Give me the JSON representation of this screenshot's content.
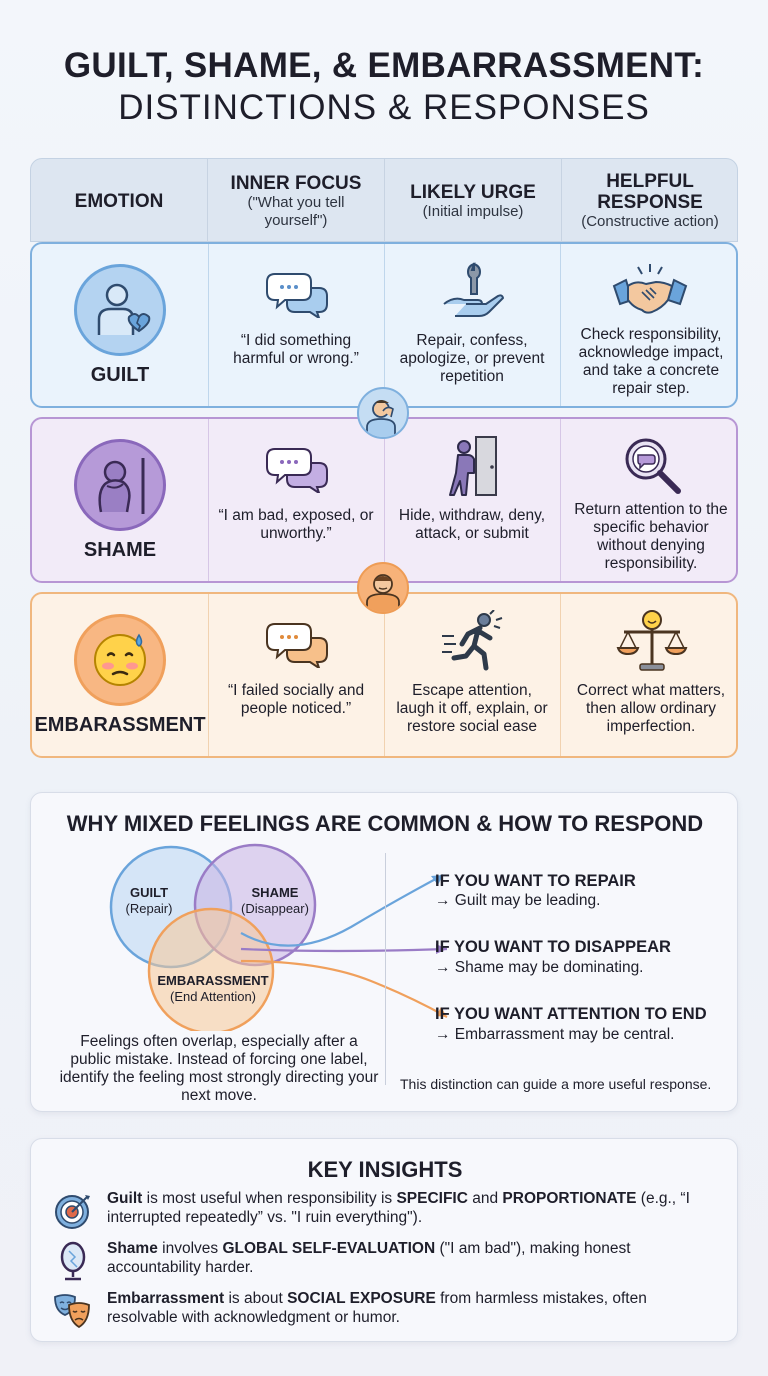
{
  "title": {
    "line1": "GUILT, SHAME, & EMBARRASSMENT:",
    "line2": "DISTINCTIONS & RESPONSES"
  },
  "table": {
    "headers": [
      {
        "title": "EMOTION",
        "sub": ""
      },
      {
        "title": "INNER FOCUS",
        "sub": "(\"What you tell yourself\")"
      },
      {
        "title": "LIKELY URGE",
        "sub": "(Initial impulse)"
      },
      {
        "title": "HELPFUL RESPONSE",
        "sub": "(Constructive action)"
      }
    ],
    "rows": [
      {
        "emotion": "GUILT",
        "focus": "“I did something harmful or wrong.”",
        "urge": "Repair, confess, apologize, or prevent repetition",
        "response": "Check responsibility, acknowledge impact, and take a concrete repair step.",
        "color": "#7fb0de"
      },
      {
        "emotion": "SHAME",
        "focus": "“I am bad, exposed, or unworthy.”",
        "urge": "Hide, withdraw, deny, attack, or submit",
        "response": "Return attention to the specific behavior without denying responsibility.",
        "color": "#b796d4"
      },
      {
        "emotion": "EMBARASSMENT",
        "focus": "“I failed socially and people noticed.”",
        "urge": "Escape attention, laugh it off, explain, or restore social ease",
        "response": "Correct what matters, then allow ordinary imperfection.",
        "color": "#f0b77e"
      }
    ]
  },
  "mixed": {
    "title": "WHY MIXED FEELINGS ARE COMMON & HOW TO RESPOND",
    "venn": [
      {
        "name": "GUILT",
        "sub": "(Repair)"
      },
      {
        "name": "SHAME",
        "sub": "(Disappear)"
      },
      {
        "name": "EMBARASSMENT",
        "sub": "(End Attention)"
      }
    ],
    "text": "Feelings often overlap, especially after a public mistake. Instead of forcing one label, identify the feeling most strongly directing your next move.",
    "wants": [
      {
        "title": "IF YOU WANT TO REPAIR",
        "desc": "→ Guilt may be leading.",
        "color": "#6aa4db"
      },
      {
        "title": "IF YOU WANT TO DISAPPEAR",
        "desc": "→ Shame may be dominating.",
        "color": "#9a7cc6"
      },
      {
        "title": "IF YOU WANT ATTENTION TO END",
        "desc": "→ Embarrassment may be central.",
        "color": "#f0a05c"
      }
    ],
    "footer": "This distinction can guide a more useful response."
  },
  "insights": {
    "title": "KEY INSIGHTS",
    "items": [
      {
        "lead": "Guilt",
        "t1": " is most useful when responsibility is ",
        "k1": "SPECIFIC",
        "t2": " and ",
        "k2": "PROPORTIONATE",
        "t3": " (e.g., “I interrupted repeatedly” vs. \"I ruin everything\")."
      },
      {
        "lead": "Shame",
        "t1": " involves ",
        "k1": "GLOBAL SELF-EVALUATION",
        "t2": " (\"I am bad\"), making honest accountability harder.",
        "k2": "",
        "t3": ""
      },
      {
        "lead": "Embarrassment",
        "t1": " is about ",
        "k1": "SOCIAL EXPOSURE",
        "t2": " from harmless mistakes, often resolvable with acknowledgment or humor.",
        "k2": "",
        "t3": ""
      }
    ]
  },
  "colors": {
    "guilt": "#7fb0de",
    "shame": "#b796d4",
    "embarrassment": "#f0b77e"
  }
}
